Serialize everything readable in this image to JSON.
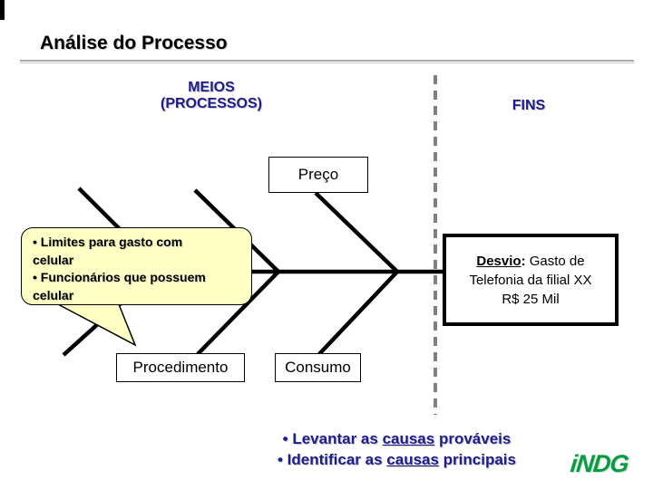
{
  "header": {
    "title": "Análise do Processo"
  },
  "diagram": {
    "meios_line1": "MEIOS",
    "meios_line2": "(PROCESSOS)",
    "fins": "FINS",
    "bone_labels": {
      "preco": "Preço",
      "procedimento": "Procedimento",
      "consumo": "Consumo"
    },
    "callout": {
      "lines": [
        "• Limites para gasto com",
        "celular",
        "• Funcionários que possuem",
        "celular"
      ]
    },
    "desvio": {
      "term": "Desvio",
      "sep": ":",
      "line1_rest": " Gasto de",
      "line2": "Telefonia da filial XX",
      "line3": "R$ 25 Mil"
    }
  },
  "footer": {
    "notes": [
      {
        "pre": "• Levantar as ",
        "underlined": "causas",
        "post": " prováveis"
      },
      {
        "pre": "• Identificar as ",
        "underlined": "causas",
        "post": " principais"
      }
    ],
    "logo_text": "iNDG"
  },
  "colors": {
    "navy_text": "#1c1c8c",
    "logo_green": "#0a9b43",
    "callout_yellow": "#ffffc5",
    "dashed_divider_gray": "#808080",
    "line_black": "#000000"
  }
}
